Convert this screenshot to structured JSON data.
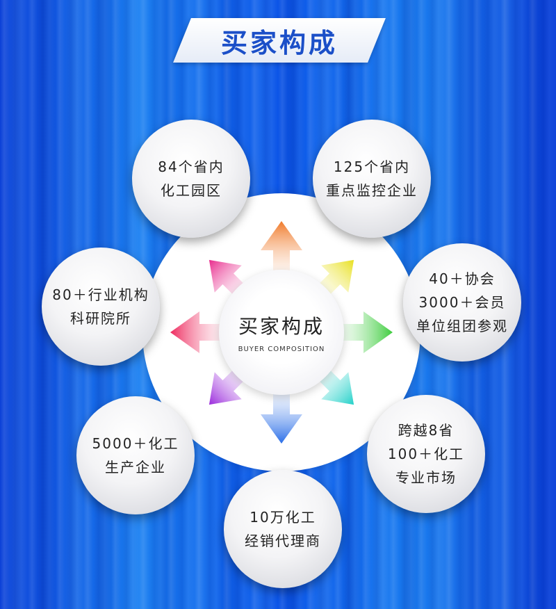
{
  "header": {
    "title": "买家构成"
  },
  "center": {
    "title": "买家构成",
    "subtitle": "BUYER COMPOSITION"
  },
  "nodes": [
    {
      "lines": [
        "84个省内",
        "化工园区"
      ]
    },
    {
      "lines": [
        "125个省内",
        "重点监控企业"
      ]
    },
    {
      "lines": [
        "80＋行业机构",
        "科研院所"
      ]
    },
    {
      "lines": [
        "40＋协会",
        "3000＋会员",
        "单位组团参观"
      ]
    },
    {
      "lines": [
        "5000＋化工",
        "生产企业"
      ]
    },
    {
      "lines": [
        "跨越8省",
        "100＋化工",
        "专业市场"
      ]
    },
    {
      "lines": [
        "10万化工",
        "经销代理商"
      ]
    }
  ],
  "colors": {
    "arrow_up": "#f07a2a",
    "arrow_up_right": "#e8e020",
    "arrow_right": "#3ccc3c",
    "arrow_down_right": "#20d0c8",
    "arrow_down": "#2a6ee8",
    "arrow_down_left": "#9a2adc",
    "arrow_left": "#ee2a5e",
    "arrow_up_left": "#e82a8c",
    "title_blue": "#1b4fc8"
  }
}
